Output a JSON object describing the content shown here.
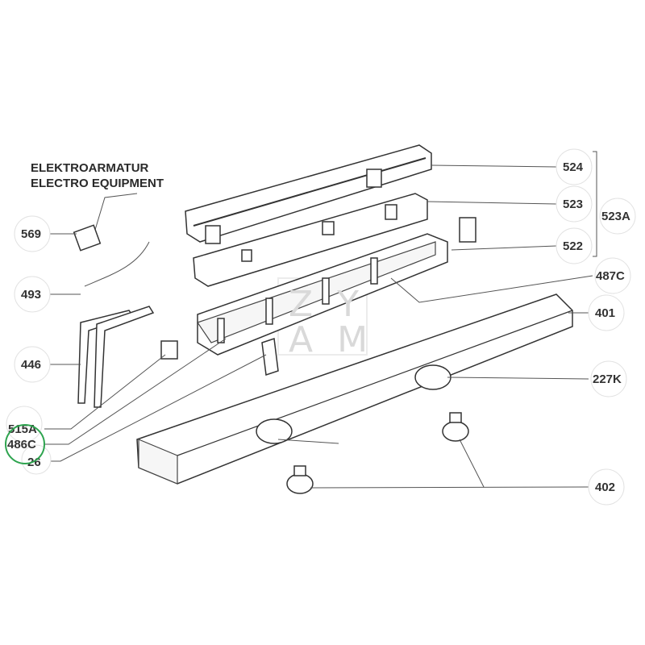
{
  "title": {
    "line1": "ELEKTROARMATUR",
    "line2": "ELECTRO EQUIPMENT"
  },
  "watermark": {
    "line1": "ZY",
    "line2": "AM"
  },
  "labels": {
    "p524": "524",
    "p523": "523",
    "p523A": "523A",
    "p522": "522",
    "p487C": "487C",
    "p401": "401",
    "p227K": "227K",
    "p402": "402",
    "p569": "569",
    "p493": "493",
    "p446": "446",
    "p515A": "515A",
    "p486C": "486C",
    "p26": "26"
  },
  "highlight": {
    "label": "486C",
    "color": "#2ea44f"
  }
}
